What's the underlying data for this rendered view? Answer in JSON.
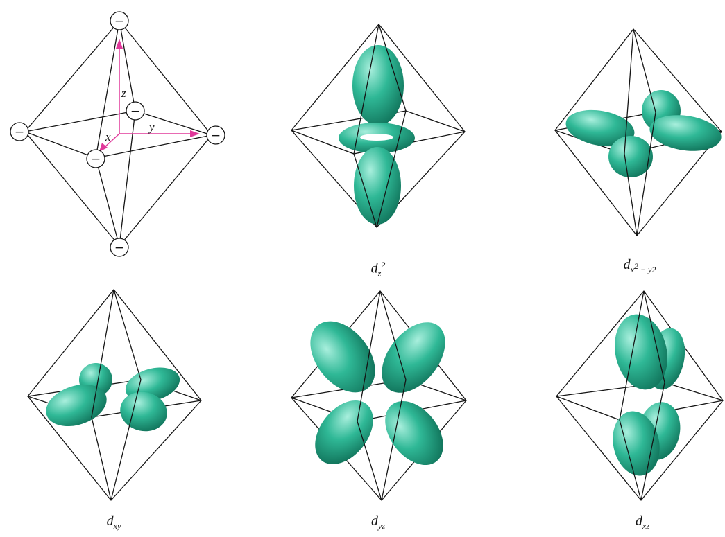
{
  "figure": {
    "axis_labels": {
      "x": "x",
      "y": "y",
      "z": "z"
    },
    "ligand_symbol": "−",
    "colors": {
      "lobe_light": "#a9efdd",
      "lobe_mid": "#2fb896",
      "lobe_dark": "#0e6d55",
      "axis": "#e0389a"
    },
    "orbitals": [
      {
        "id": "dz2",
        "base": "d",
        "sub": "z",
        "sup": "2",
        "supsub": ""
      },
      {
        "id": "dx2y2",
        "base": "d",
        "sub": "x",
        "sup": "2",
        "supsub": "− y2"
      },
      {
        "id": "dxy",
        "base": "d",
        "sub": "xy",
        "sup": "",
        "supsub": ""
      },
      {
        "id": "dyz",
        "base": "d",
        "sub": "yz",
        "sup": "",
        "supsub": ""
      },
      {
        "id": "dxz",
        "base": "d",
        "sub": "xz",
        "sup": "",
        "supsub": ""
      }
    ]
  }
}
